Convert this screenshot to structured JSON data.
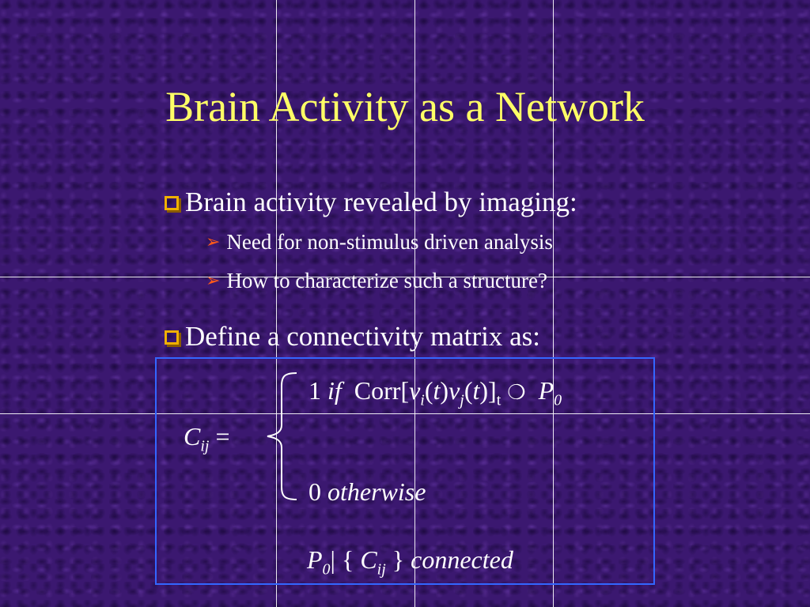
{
  "slide": {
    "title": "Brain Activity as a Network",
    "bullets": [
      {
        "text": "Brain activity revealed by imaging:",
        "sub": [
          "Need for non-stimulus driven analysis",
          "How to characterize such a structure?"
        ]
      },
      {
        "text": "Define a connectivity matrix as:"
      }
    ],
    "equation": {
      "case1_num": "1",
      "case1_if": "if",
      "case1_corr": "Corr[",
      "case1_v": "v",
      "case1_i": "i",
      "case1_t": "(t)",
      "case1_vj": "v",
      "case1_j": "j",
      "case1_t2": "(t)",
      "case1_close": "]",
      "case1_tsub": "t",
      "case1_op": "❍",
      "case1_P": "P",
      "case1_P0": "0",
      "lhs_C": "C",
      "lhs_ij": "ij",
      "lhs_eq": "=",
      "case2_num": "0",
      "case2_text": "otherwise",
      "def_P": "P",
      "def_0": "0",
      "def_op": "|",
      "def_open": "{",
      "def_C": "C",
      "def_ij": "ij",
      "def_close": "}",
      "def_text": "connected"
    }
  },
  "colors": {
    "background": "#3b1870",
    "title": "#ffff66",
    "text": "#ffffff",
    "bullet_box": "#f0b000",
    "arrow": "#ff5a1a",
    "frame": "#3366ff"
  }
}
